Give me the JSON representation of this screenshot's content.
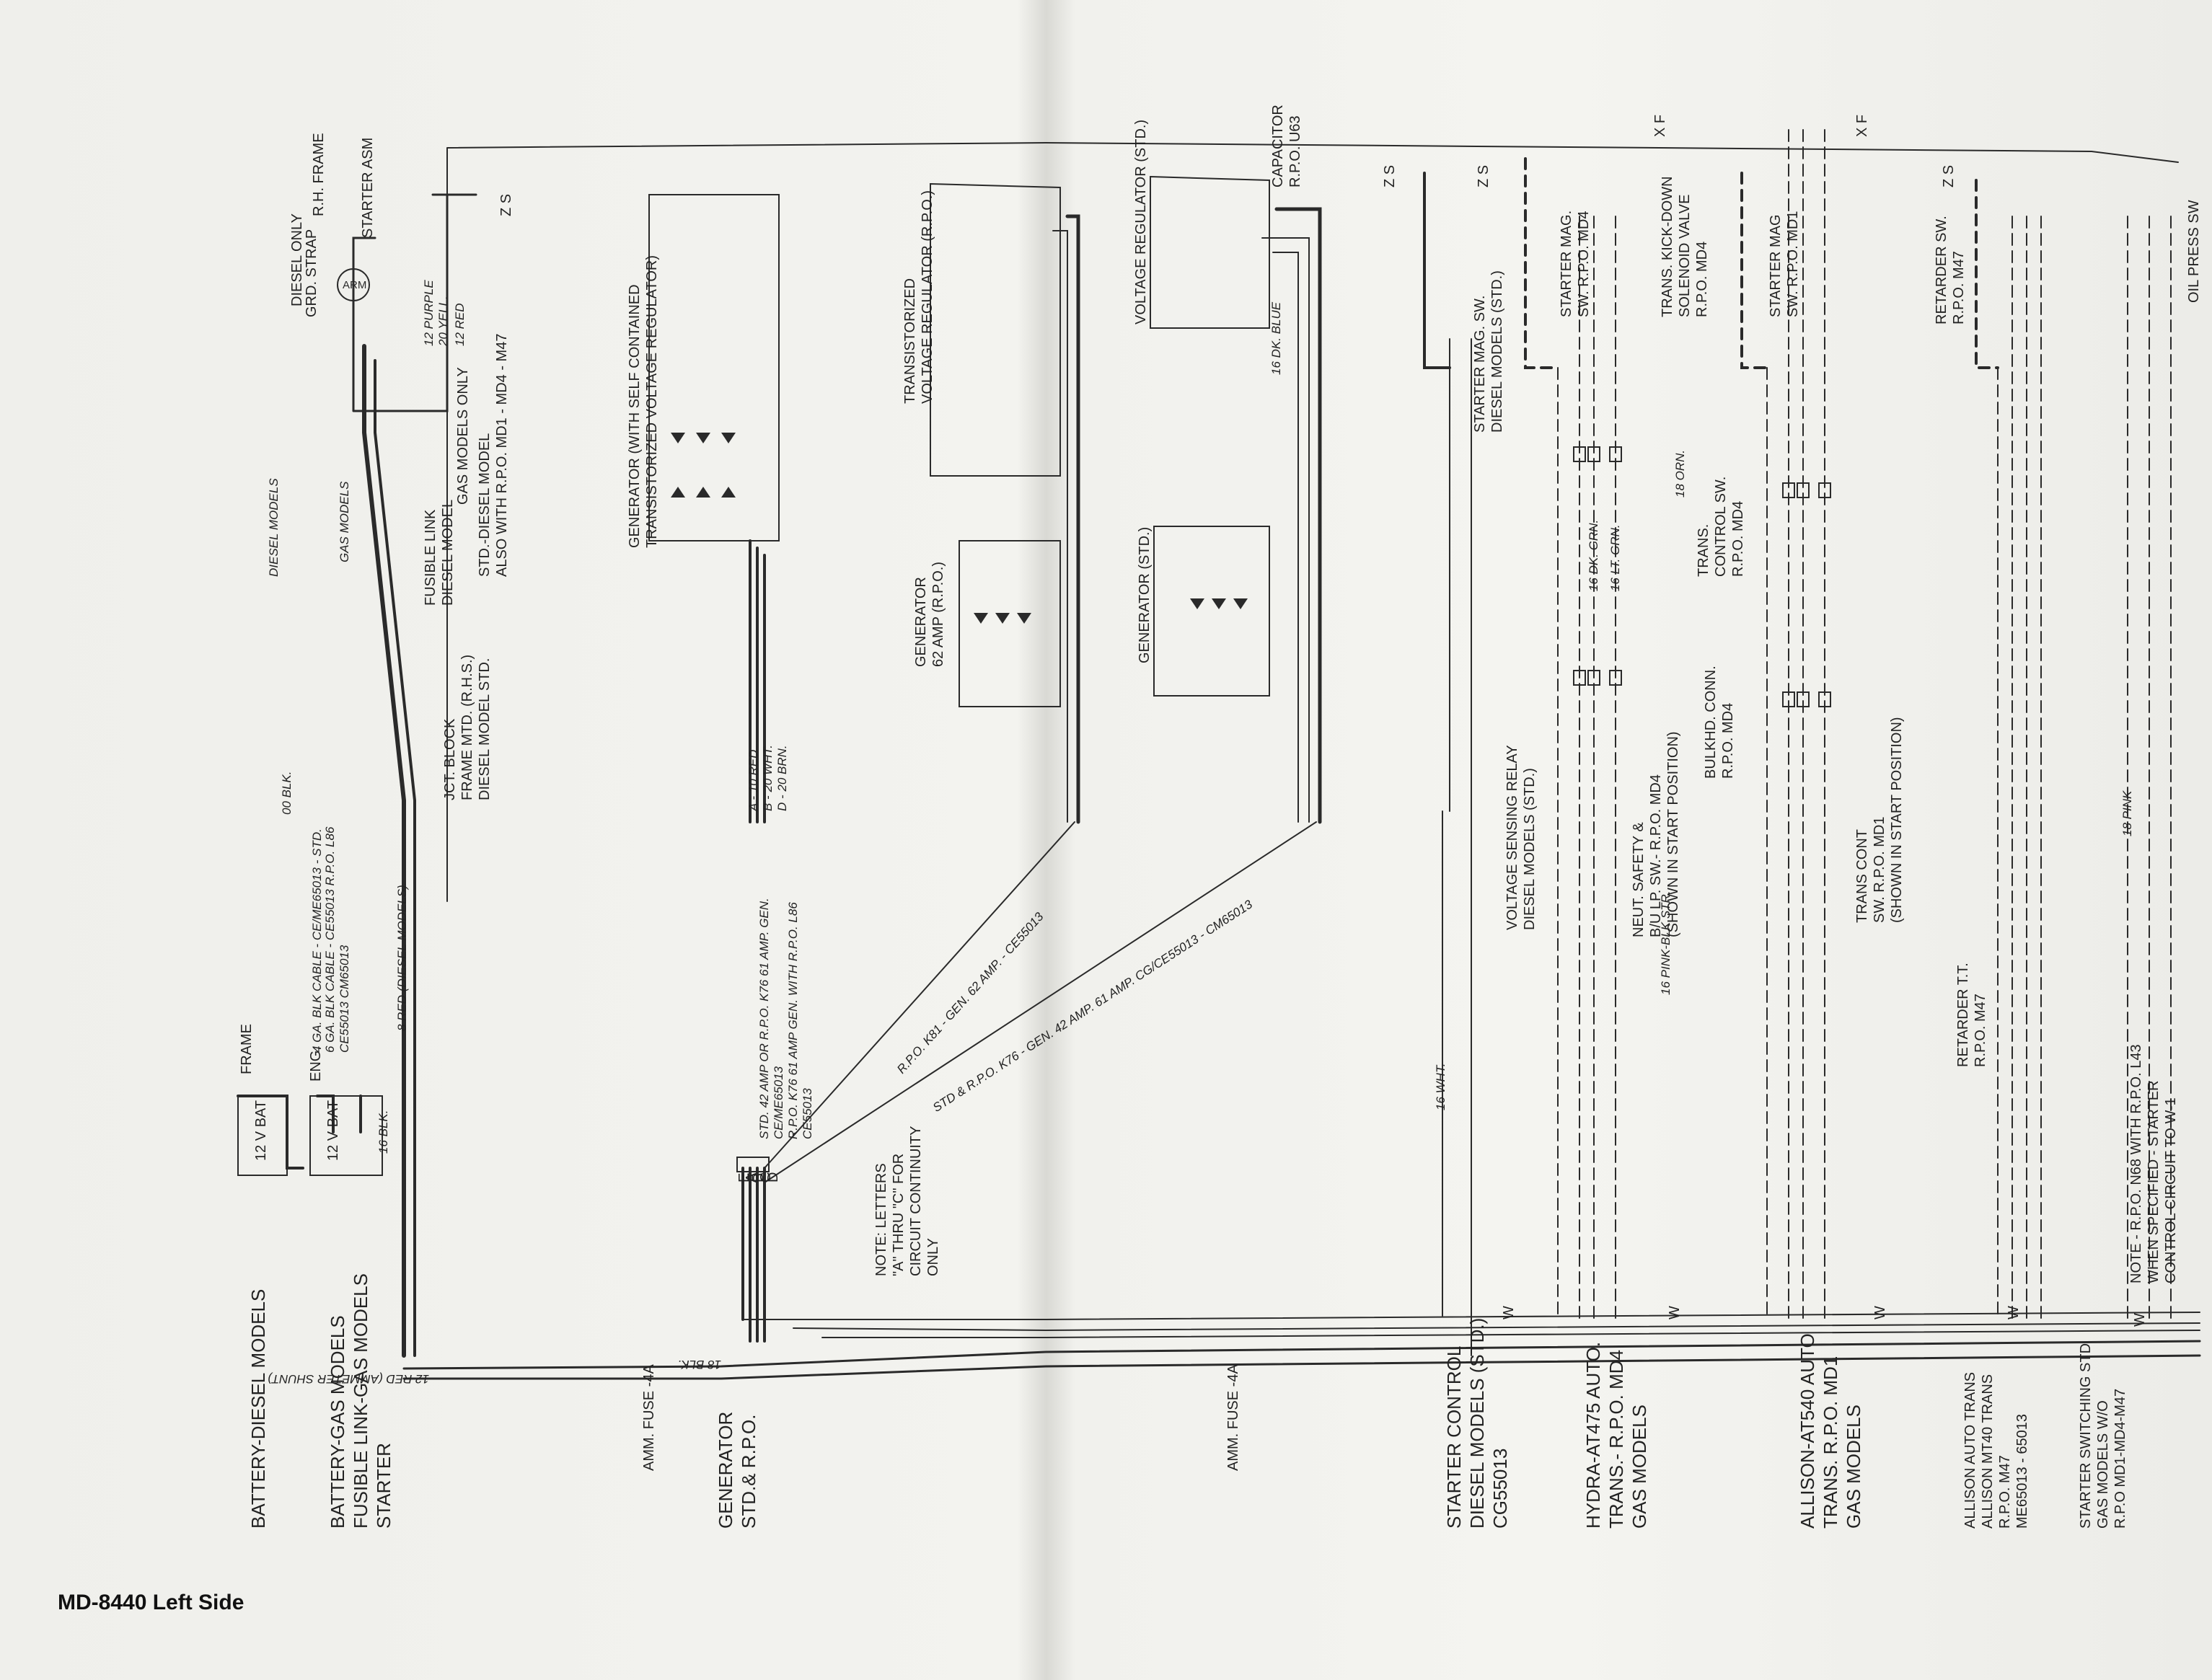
{
  "title": "MD-8440 Left Side",
  "section_labels": [
    "BATTERY-DIESEL MODELS",
    "BATTERY-GAS MODELS\nFUSIBLE LINK-GAS MODELS\nSTARTER",
    "GENERATOR\nSTD.& R.P.O.",
    "STARTER CONTROL\nDIESEL MODELS (STD.)\nCG55013",
    "HYDRA-AT475 AUTO.\nTRANS.- R.P.O. MD4\nGAS MODELS",
    "ALLISON-AT540 AUTO\nTRANS. R.P.O. MD1\nGAS MODELS",
    "ALLISON AUTO TRANS\nALLISON MT40 TRANS\nR.P.O. M47\nME65013 - 65013",
    "STARTER SWITCHING STD\nGAS MODELS W/O\nR.P.O MD1-MD4-M47"
  ],
  "component_labels": [
    "12 V BAT",
    "12 V BAT",
    "FRAME",
    "ENG.",
    "DIESEL ONLY",
    "GRD. STRAP",
    "R.H. FRAME",
    "STARTER ASM",
    "NOTE: LETTERS\n\"A\" THRU \"C\" FOR\nCIRCUIT CONTINUITY\nONLY",
    "GENERATOR (WITH SELF CONTAINED\nTRANSISTORIZED VOLTAGE REGULATOR)",
    "TRANSISTORIZED\nVOLTAGE REGULATOR (R.P.O.)",
    "GENERATOR\n62 AMP (R.P.O.)",
    "GENERATOR (STD.)",
    "VOLTAGE REGULATOR (STD.)",
    "CAPACITOR\nR.P.O. U63",
    "VOLTAGE SENSING RELAY\nDIESEL MODELS (STD.)",
    "STARTER MAG. SW.\nDIESEL MODELS (STD.)",
    "STARTER MAG.\nSW. R.P.O. MD4",
    "TRANS. KICK-DOWN\nSOLENOID VALVE\nR.P.O. MD4",
    "TRANS.\nCONTROL SW.\nR.P.O. MD4",
    "NEUT. SAFETY &\nB/U LP. SW.- R.P.O. MD4\n(SHOWN IN START POSITION)",
    "BULKHD. CONN.\nR.P.O. MD4",
    "STARTER MAG\nSW. R.P.O. MD1",
    "TRANS CONT\nSW. R.P.O. MD1\n(SHOWN IN START POSITION)",
    "RETARDER SW.\nR.P.O. M47",
    "OIL PRESS SW",
    "RETARDER T.T.\nR.P.O. M47",
    "AMM. FUSE -4A",
    "AMM. FUSE -4A",
    "JCT. BLOCK\nFRAME MTD. (R.H.S.)\nDIESEL MODEL STD.",
    "FUSIBLE LINK\nDIESEL MODEL",
    "GAS MODELS ONLY",
    "STD.-DIESEL MODEL\nALSO WITH R.P.O. MD1 - MD4 - M47",
    "NOTE - R.P.O. N68 WITH R.P.O. L43\nWHEN SPECIFIED - STARTER\nCONTROL CIRCUIT TO W-1"
  ],
  "wire_labels": [
    "00 BLK.",
    "4 GA. BLK CABLE - CE/ME65013 - STD.",
    "6 GA. BLK CABLE - CE55013 R.P.O. L86\nCE55013 CM65013",
    "8 RED (DIESEL MODELS)",
    "16 BLK.",
    "12 RED (AMMETER SHUNT)",
    "18 BLK.",
    "DIESEL MODELS",
    "GAS MODELS",
    "12 PURPLE",
    "20 YELL.",
    "12 RED",
    "STD. 42 AMP OR R.P.O. K76 61 AMP. GEN.\nCE/ME65013\nR.P.O. K76 61 AMP GEN. WITH R.P.O. L86\nCE55013",
    "R.P.O. K81 - GEN. 62 AMP. - CE55013",
    "STD & R.P.O. K76 - GEN. 42 AMP. 61 AMP. CG/CE55013 - CM65013",
    "A - 10 RED",
    "B - 20 WHT.",
    "D - 20 BRN.",
    "16 WHT.",
    "16 DK. BLUE",
    "16 DK. GRN.",
    "16 LT. GRN.",
    "16 PINK-BLK STR.",
    "18 PINK",
    "18 ORN."
  ],
  "connector_letters": [
    "E",
    "A",
    "B",
    "C",
    "D"
  ],
  "end_marks": [
    "Z S",
    "Z S",
    "Z S",
    "X F",
    "X F",
    "Z S",
    "W",
    "W",
    "W",
    "W",
    "W"
  ]
}
